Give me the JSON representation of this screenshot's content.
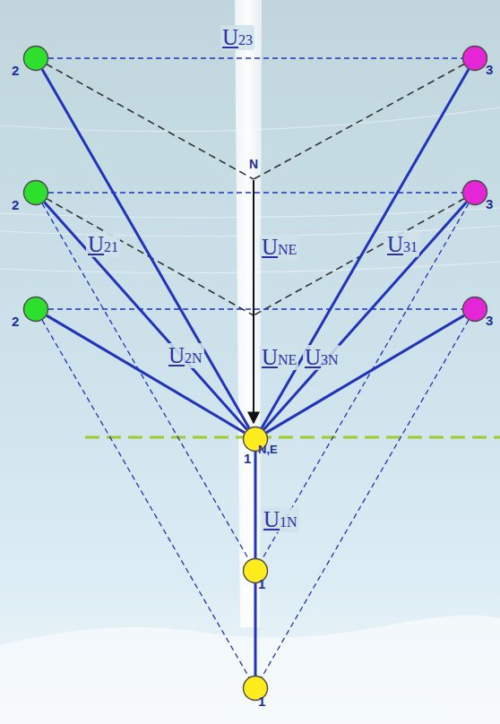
{
  "diagram": {
    "nodes": [
      {
        "text": [
          "2"
        ]
      },
      {
        "text": [
          "3"
        ]
      },
      {
        "text": [
          "2"
        ]
      },
      {
        "text": [
          "3"
        ]
      },
      {
        "text": [
          "2"
        ]
      },
      {
        "text": [
          "3"
        ]
      },
      {
        "text": [
          "1",
          "N,E"
        ]
      },
      {
        "text": [
          "1"
        ]
      },
      {
        "text": [
          "1"
        ]
      }
    ],
    "edges": [
      {
        "from": 0,
        "to": 1,
        "arrow": "none",
        "label": "U23"
      },
      {
        "from": 2,
        "to": 3,
        "arrow": "none"
      },
      {
        "from": 4,
        "to": 5,
        "arrow": "none"
      },
      {
        "from": 0,
        "to": 6,
        "arrow": "none"
      },
      {
        "from": 1,
        "to": 6,
        "arrow": "none"
      },
      {
        "from": 2,
        "to": 6,
        "arrow": "none",
        "label": "U21"
      },
      {
        "from": 3,
        "to": 6,
        "arrow": "none",
        "label": "U31"
      },
      {
        "from": 4,
        "to": 6,
        "arrow": "none",
        "label": "U2N"
      },
      {
        "from": 5,
        "to": 6,
        "arrow": "none",
        "label": "U3N"
      },
      {
        "from": 6,
        "to": 7,
        "arrow": "none",
        "label": "U1N"
      },
      {
        "from": 7,
        "to": 8,
        "arrow": "none"
      },
      {
        "from": 2,
        "to": 7,
        "arrow": "none"
      },
      {
        "from": 3,
        "to": 7,
        "arrow": "none"
      },
      {
        "from": 4,
        "to": 8,
        "arrow": "none"
      },
      {
        "from": 5,
        "to": 8,
        "arrow": "none"
      }
    ],
    "labels": [
      "N",
      "UNE",
      "UNE"
    ]
  }
}
